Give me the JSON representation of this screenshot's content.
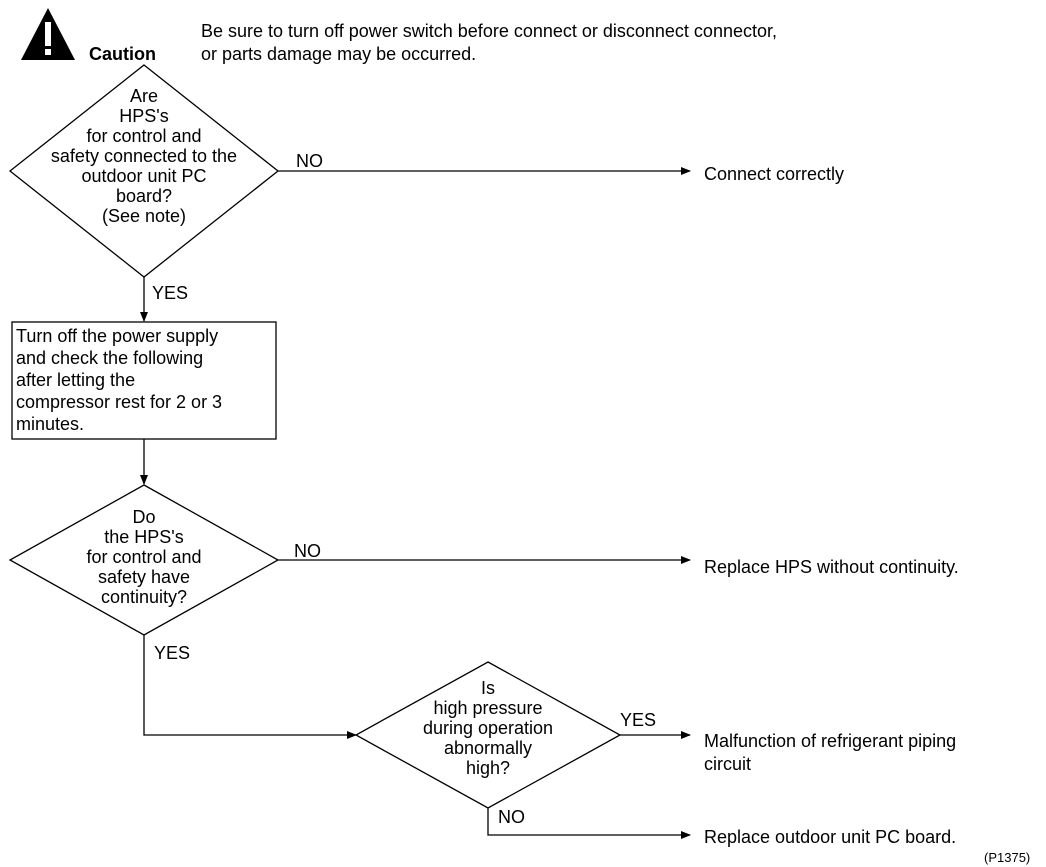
{
  "caution": {
    "label": "Caution",
    "line1": "Be sure to turn off power switch before connect or disconnect connector,",
    "line2": "or parts damage may be occurred."
  },
  "d1": {
    "lines": [
      "Are",
      "HPS's",
      "for control and",
      "safety connected to the",
      "outdoor unit PC",
      "board?",
      "(See note)"
    ],
    "no": "NO",
    "yes": "YES",
    "result_no": "Connect correctly"
  },
  "p1": {
    "lines": [
      "Turn off the power supply",
      "and check the following",
      "after letting the",
      "compressor rest for 2 or 3",
      "minutes."
    ]
  },
  "d2": {
    "lines": [
      "Do",
      "the HPS's",
      "for control and",
      "safety have",
      "continuity?"
    ],
    "no": "NO",
    "yes": "YES",
    "result_no": "Replace HPS without continuity."
  },
  "d3": {
    "lines": [
      "Is",
      "high pressure",
      "during operation",
      "abnormally",
      "high?"
    ],
    "yes": "YES",
    "no": "NO",
    "result_yes_lines": [
      "Malfunction of refrigerant piping",
      "circuit"
    ],
    "result_no": "Replace outdoor unit PC board."
  },
  "figure_code": "(P1375)"
}
